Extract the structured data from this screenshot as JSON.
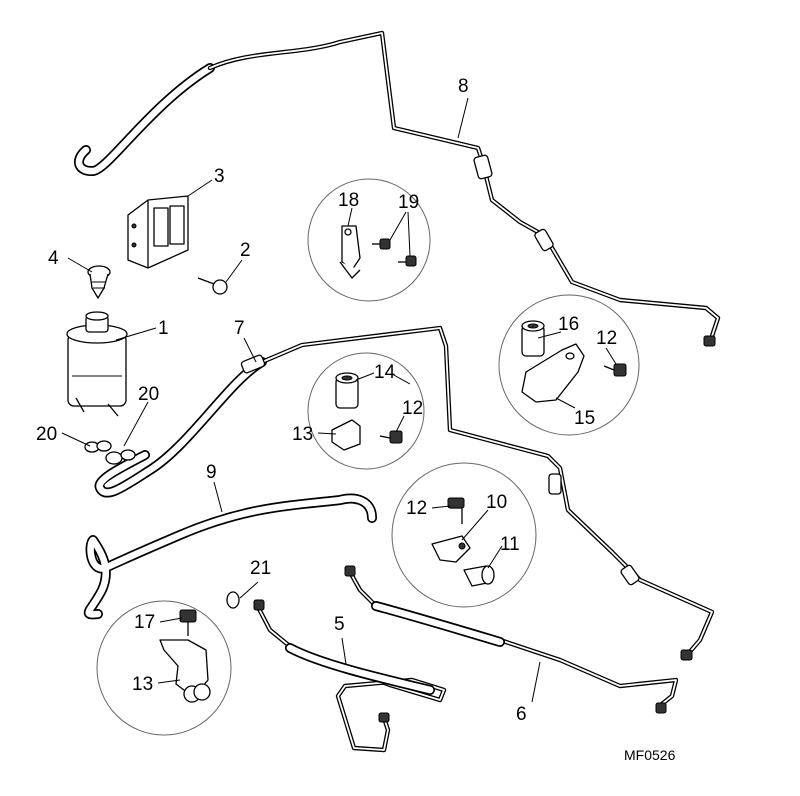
{
  "diagram": {
    "callouts": [
      "1",
      "2",
      "3",
      "4",
      "5",
      "6",
      "7",
      "8",
      "9",
      "10",
      "11",
      "12",
      "12",
      "12",
      "13",
      "13",
      "14",
      "15",
      "16",
      "17",
      "18",
      "19",
      "20",
      "20",
      "21"
    ],
    "reference": "MF0526"
  }
}
